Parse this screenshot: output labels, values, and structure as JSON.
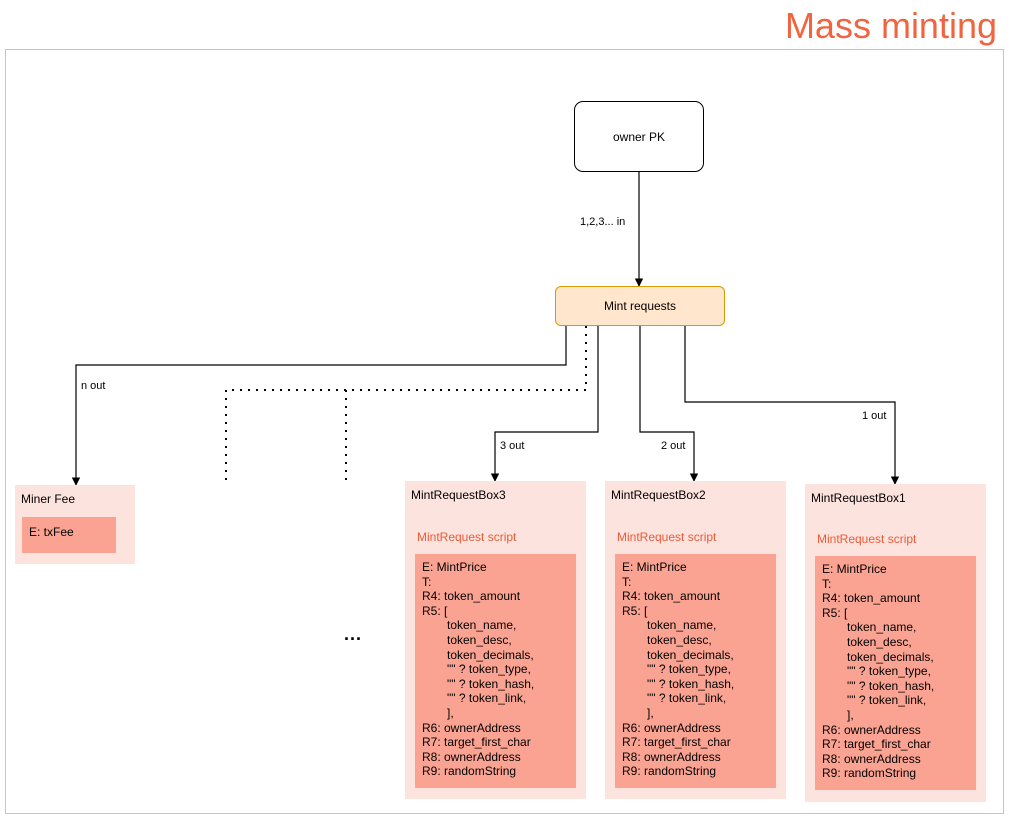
{
  "title": "Mass minting",
  "nodes": {
    "owner": "owner PK",
    "mint_requests": "Mint requests"
  },
  "edge_labels": {
    "in": "1,2,3... in",
    "n_out": "n out",
    "out3": "3 out",
    "out2": "2 out",
    "out1": "1 out"
  },
  "miner_fee": {
    "title": "Miner Fee",
    "value": "E: txFee"
  },
  "ellipsis": "...",
  "mint_boxes": [
    {
      "title": "MintRequestBox3",
      "script_label": "MintRequest script",
      "lines": {
        "e": "E: MintPrice",
        "t": "T:",
        "r4": "R4: token_amount",
        "r5": "R5: [",
        "name": "token_name,",
        "desc": "token_desc,",
        "decimals": "token_decimals,",
        "type": "\"\" ? token_type,",
        "hash": "\"\" ? token_hash,",
        "link": "\"\" ? token_link,",
        "close": "],",
        "r6": "R6: ownerAddress",
        "r7": "R7: target_first_char",
        "r8": "R8: ownerAddress",
        "r9": "R9: randomString"
      }
    },
    {
      "title": "MintRequestBox2",
      "script_label": "MintRequest script",
      "lines": {
        "e": "E: MintPrice",
        "t": "T:",
        "r4": "R4: token_amount",
        "r5": "R5: [",
        "name": "token_name,",
        "desc": "token_desc,",
        "decimals": "token_decimals,",
        "type": "\"\" ? token_type,",
        "hash": "\"\" ? token_hash,",
        "link": "\"\" ? token_link,",
        "close": "],",
        "r6": "R6: ownerAddress",
        "r7": "R7: target_first_char",
        "r8": "R8: ownerAddress",
        "r9": "R9: randomString"
      }
    },
    {
      "title": "MintRequestBox1",
      "script_label": "MintRequest script",
      "lines": {
        "e": "E: MintPrice",
        "t": "T:",
        "r4": "R4: token_amount",
        "r5": "R5: [",
        "name": "token_name,",
        "desc": "token_desc,",
        "decimals": "token_decimals,",
        "type": "\"\" ? token_type,",
        "hash": "\"\" ? token_hash,",
        "link": "\"\" ? token_link,",
        "close": "],",
        "r6": "R6: ownerAddress",
        "r7": "R7: target_first_char",
        "r8": "R8: ownerAddress",
        "r9": "R9: randomString"
      }
    }
  ]
}
